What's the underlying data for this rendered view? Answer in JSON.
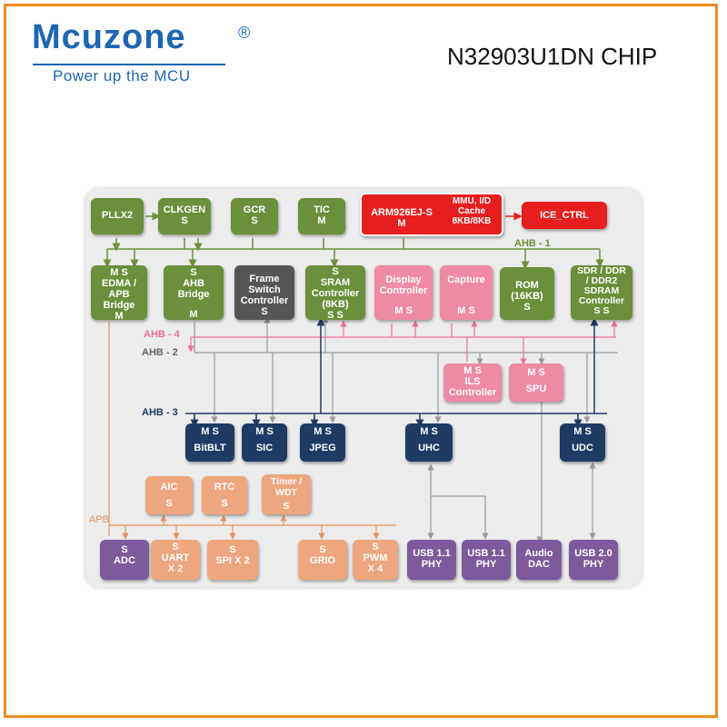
{
  "header": {
    "logo_text": "Mcuzone",
    "registered_mark": "®",
    "tagline": "Power up the MCU",
    "chip_title": "N32903U1DN CHIP"
  },
  "buses": {
    "ahb1": "AHB - 1",
    "ahb2": "AHB - 2",
    "ahb3": "AHB - 3",
    "ahb4": "AHB - 4",
    "apb": "APB"
  },
  "blocks": {
    "pllx2": {
      "l1": "PLLX2"
    },
    "clkgen": {
      "l1": "CLKGEN",
      "l2": "S"
    },
    "gcr": {
      "l1": "GCR",
      "l2": "S"
    },
    "tic": {
      "l1": "TIC",
      "l2": "M"
    },
    "arm": {
      "l1": "ARM926EJ-S",
      "l2": "M",
      "r1": "MMU, I/D",
      "r2": "Cache",
      "r3": "8KB/8KB"
    },
    "ice": {
      "l1": "ICE_CTRL"
    },
    "edma": {
      "p": "M  S",
      "l1": "EDMA /",
      "l2": "APB",
      "l3": "Bridge",
      "l4": "M"
    },
    "ahb_bridge": {
      "l1": "S",
      "l2": "AHB",
      "l3": "Bridge",
      "l4": "M"
    },
    "frame_switch": {
      "l1": "Frame",
      "l2": "Switch",
      "l3": "Controller",
      "l4": "S"
    },
    "sram": {
      "l1": "S",
      "l2": "SRAM",
      "l3": "Controller",
      "l4": "(8KB)",
      "l5": "S  S"
    },
    "display": {
      "l1": "Display",
      "l2": "Controller",
      "l3": "M    S"
    },
    "capture": {
      "l1": "Capture",
      "l3": "M    S"
    },
    "rom": {
      "l1": "ROM",
      "l2": "(16KB)",
      "l3": "S"
    },
    "sdram": {
      "l1": "SDR / DDR",
      "l2": "/ DDR2",
      "l3": "SDRAM",
      "l4": "Controller",
      "l5": "S    S"
    },
    "ils": {
      "l1": "M S",
      "l2": "ILS",
      "l3": "Controller"
    },
    "spu": {
      "l1": "M S",
      "l2": "SPU"
    },
    "bitblt": {
      "l1": "M  S",
      "l2": "BitBLT"
    },
    "sic": {
      "l1": "M  S",
      "l2": "SIC"
    },
    "jpeg": {
      "l1": "M  S",
      "l2": "JPEG"
    },
    "uhc": {
      "l1": "M  S",
      "l2": "UHC"
    },
    "udc": {
      "l1": "M S",
      "l2": "UDC"
    },
    "aic": {
      "l1": "AIC",
      "l2": "S"
    },
    "rtc": {
      "l1": "RTC",
      "l2": "S"
    },
    "timer": {
      "l1": "Timer /",
      "l2": "WDT",
      "l3": "S"
    },
    "adc": {
      "l1": "S",
      "l2": "ADC"
    },
    "uart": {
      "l1": "S",
      "l2": "UART",
      "l3": "X 2"
    },
    "spi": {
      "l1": "S",
      "l2": "SPI X 2"
    },
    "grio": {
      "l1": "S",
      "l2": "GRIO"
    },
    "pwm": {
      "l1": "S",
      "l2": "PWM",
      "l3": "X 4"
    },
    "usb11a": {
      "l1": "USB 1.1",
      "l2": "PHY"
    },
    "usb11b": {
      "l1": "USB 1.1",
      "l2": "PHY"
    },
    "audio": {
      "l1": "Audio",
      "l2": "DAC"
    },
    "usb20": {
      "l1": "USB 2.0",
      "l2": "PHY"
    }
  }
}
